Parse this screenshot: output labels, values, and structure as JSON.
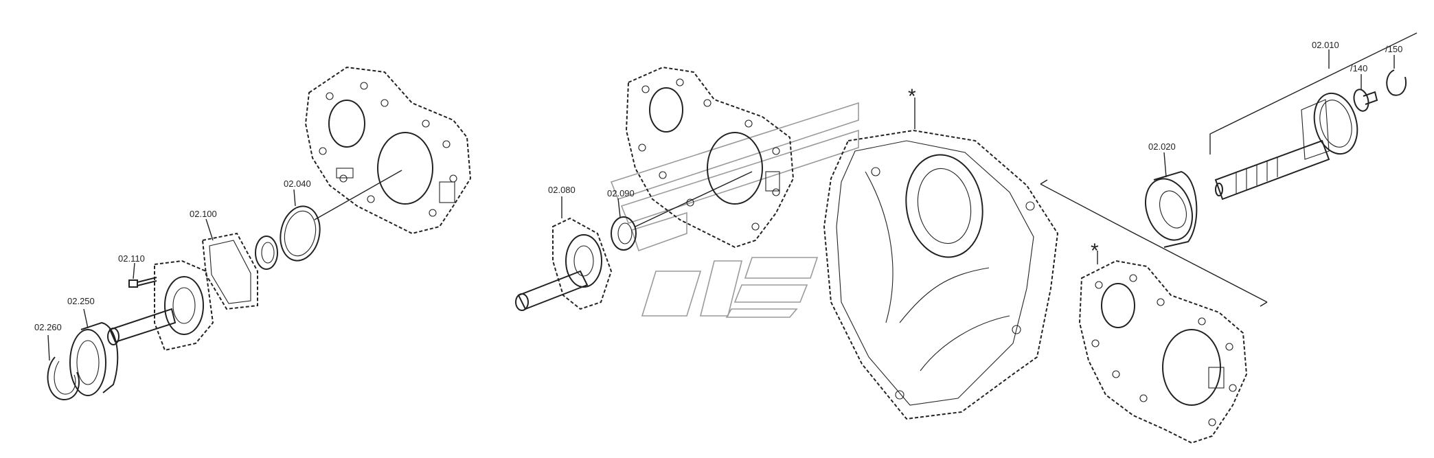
{
  "labels": {
    "p02_010": "02.010",
    "p02_020": "02.020",
    "p02_040": "02.040",
    "p02_080": "02.080",
    "p02_090": "02.090",
    "p02_100": "02.100",
    "p02_110": "02.110",
    "p02_250": "02.250",
    "p02_260": "02.260",
    "p140": "/140",
    "p150": "/150",
    "star_housing": "*",
    "star_cover": "*"
  }
}
